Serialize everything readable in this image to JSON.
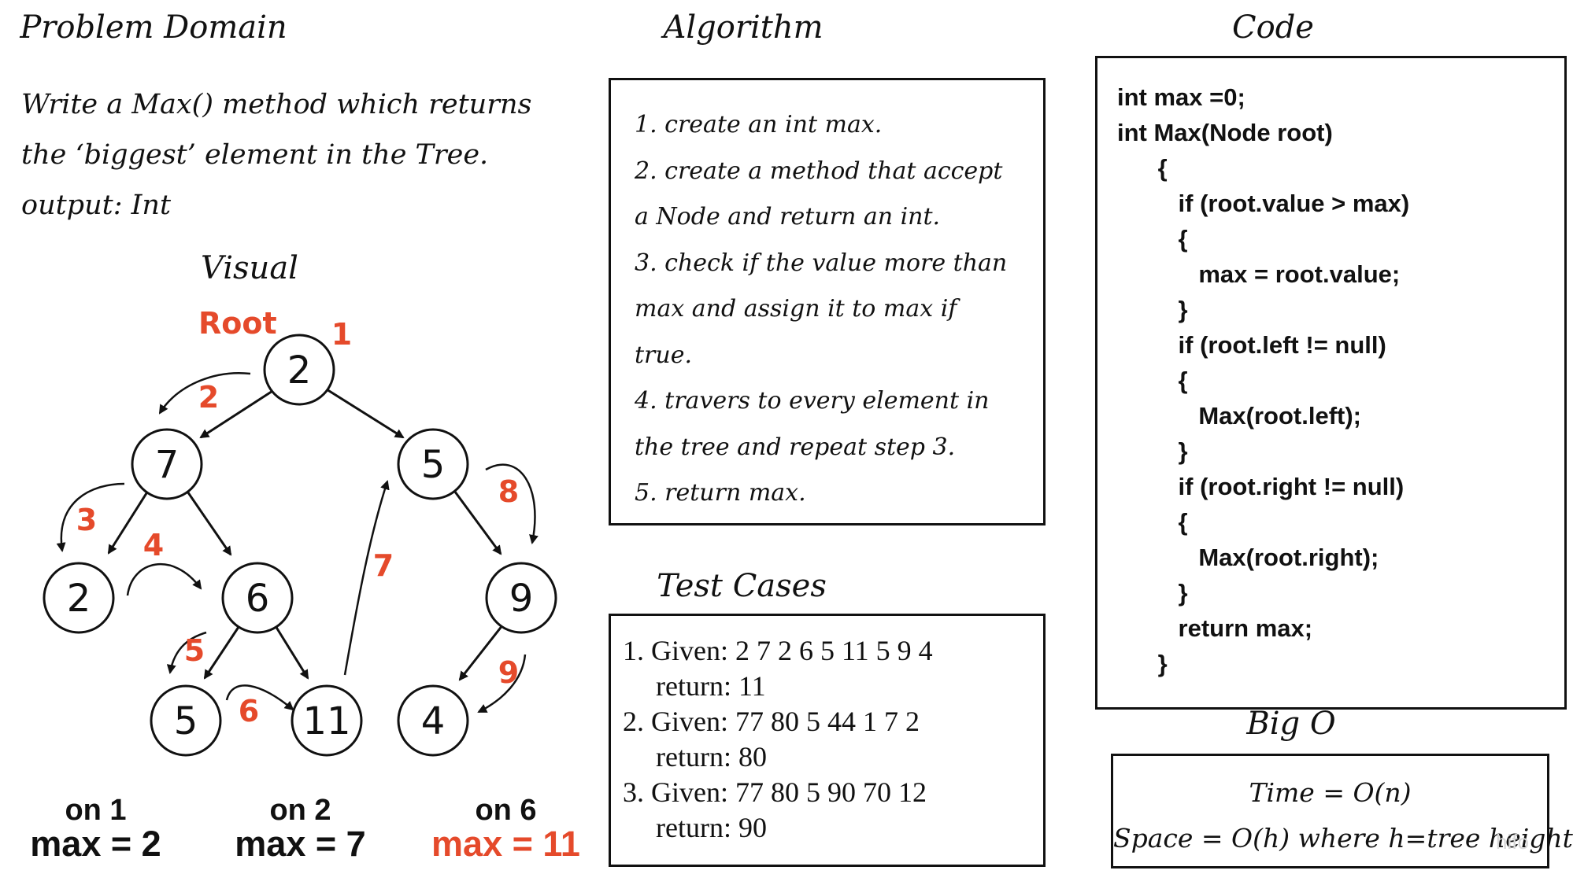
{
  "titles": {
    "problem_domain": "Problem Domain",
    "algorithm": "Algorithm",
    "code": "Code",
    "visual": "Visual",
    "test_cases": "Test Cases",
    "big_o": "Big O"
  },
  "problem": {
    "lines": [
      "Write a Max() method which returns",
      "the ‘biggest’ element in the Tree.",
      "output: Int"
    ]
  },
  "algorithm": {
    "lines": [
      "1. create an int max.",
      "2. create a method that accept",
      "a Node and return an int.",
      "3. check if the value more than",
      "max and assign it to max if",
      "true.",
      "4. travers to every element in",
      "the tree and repeat step 3.",
      "5. return max."
    ]
  },
  "test_cases": [
    {
      "given": "1. Given: 2 7 2 6 5 11 5 9 4",
      "ret": "return: 11"
    },
    {
      "given": "2. Given: 77 80 5 44 1 7 2",
      "ret": "return: 80"
    },
    {
      "given": "3. Given: 77 80 5 90 70 12",
      "ret": "return: 90"
    }
  ],
  "code": {
    "lines": [
      "int max =0;",
      "int Max(Node root)",
      "      {",
      "         if (root.value > max)",
      "         {",
      "            max = root.value;",
      "         }",
      "         if (root.left != null)",
      "         {",
      "            Max(root.left);",
      "         }",
      "         if (root.right != null)",
      "         {",
      "            Max(root.right);",
      "         }",
      "         return max;",
      "      }"
    ]
  },
  "big_o": {
    "time": "Time = O(n)",
    "space": "Space = O(h) where h=tree height"
  },
  "visual": {
    "root_label": "Root",
    "nodes": {
      "root": "2",
      "l": "7",
      "r": "5",
      "ll": "2",
      "lr": "6",
      "lrl": "5",
      "lrr": "11",
      "rr": "9",
      "rrl": "4"
    },
    "steps": [
      "1",
      "2",
      "3",
      "4",
      "5",
      "6",
      "7",
      "8",
      "9"
    ],
    "max_trace": [
      {
        "on": "on 1",
        "value": "max = 2"
      },
      {
        "on": "on 2",
        "value": "max = 7"
      },
      {
        "on": "on 6",
        "value": "max = 11"
      }
    ]
  },
  "colors": {
    "accent": "#e54a2b",
    "ink": "#111111"
  },
  "watermark": "hifo"
}
